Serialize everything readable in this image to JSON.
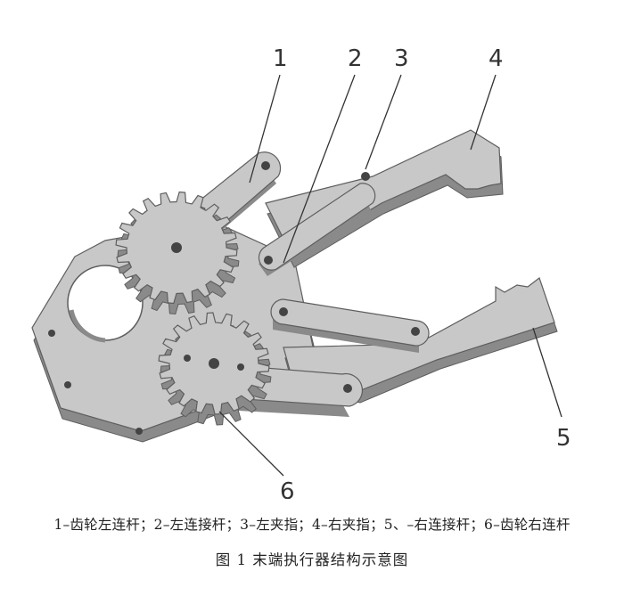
{
  "callouts": {
    "c1": "1",
    "c2": "2",
    "c3": "3",
    "c4": "4",
    "c5": "5",
    "c6": "6"
  },
  "legend": "1–齿轮左连杆；2–左连接杆；3–左夹指；4–右夹指；5、–右连接杆；6–齿轮右连杆",
  "figure_title": "图 1  末端执行器结构示意图",
  "colors": {
    "part_face": "#c8c8c8",
    "part_side": "#8a8a8a",
    "outline": "#5e5e5e",
    "hole": "#444444"
  }
}
